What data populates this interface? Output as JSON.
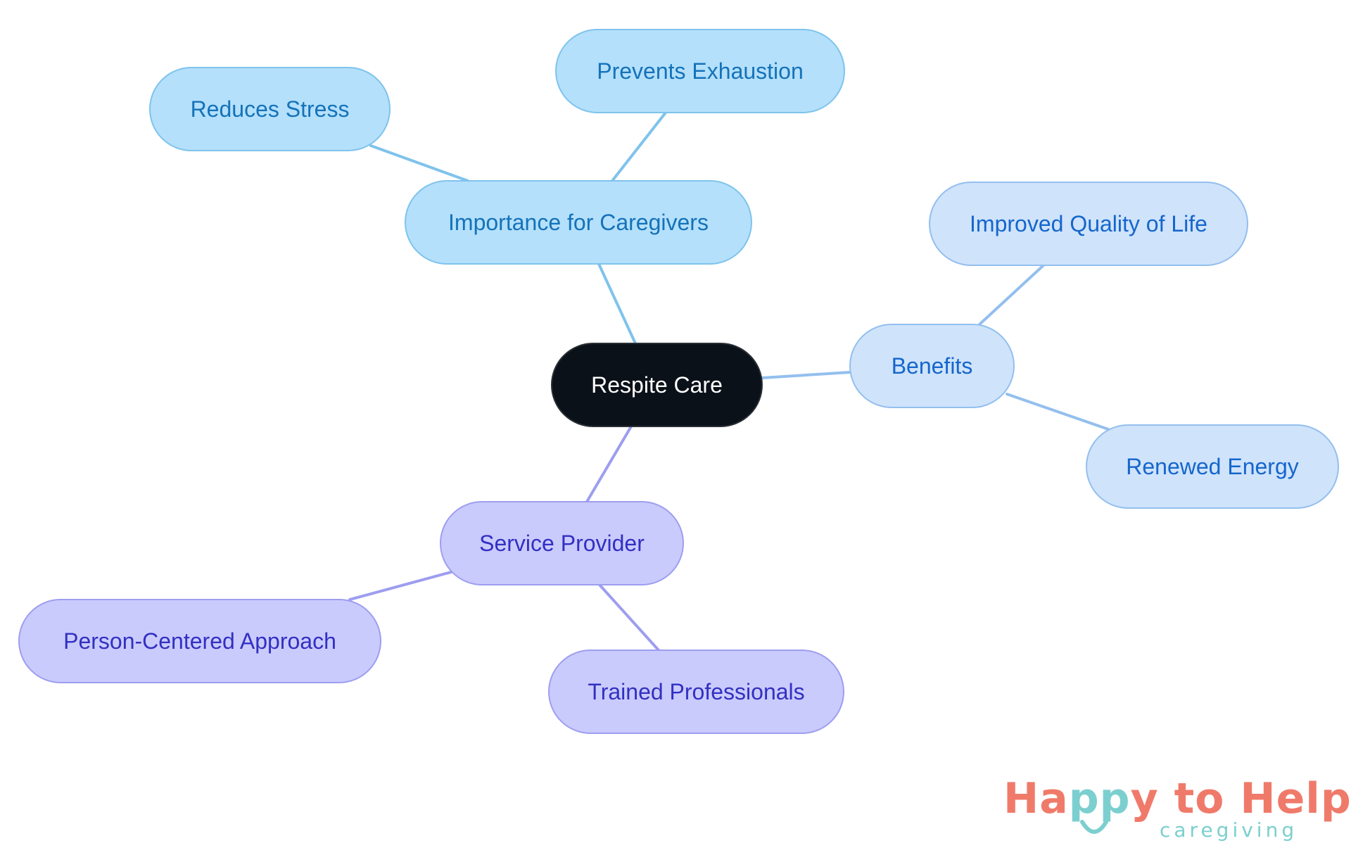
{
  "diagram": {
    "type": "mind-map",
    "root": {
      "id": "root",
      "label": "Respite Care"
    },
    "branches": [
      {
        "id": "importance",
        "label": "Importance for Caregivers",
        "children": [
          {
            "id": "reduces-stress",
            "label": "Reduces Stress"
          },
          {
            "id": "prevents-exhaustion",
            "label": "Prevents Exhaustion"
          }
        ]
      },
      {
        "id": "benefits",
        "label": "Benefits",
        "children": [
          {
            "id": "improved-quality",
            "label": "Improved Quality of Life"
          },
          {
            "id": "renewed-energy",
            "label": "Renewed Energy"
          }
        ]
      },
      {
        "id": "service-provider",
        "label": "Service Provider",
        "children": [
          {
            "id": "person-centered",
            "label": "Person-Centered Approach"
          },
          {
            "id": "trained-professionals",
            "label": "Trained Professionals"
          }
        ]
      }
    ]
  },
  "colors": {
    "root_fill": "#0b1118",
    "root_text": "#ffffff",
    "importance_fill": "#b4e0fc",
    "importance_stroke": "#7fc3ec",
    "importance_text": "#1572b8",
    "importance_edge": "#7fc3ec",
    "benefits_fill": "#cfe3fb",
    "benefits_stroke": "#93bfee",
    "benefits_text": "#1566cc",
    "benefits_edge": "#93bfee",
    "provider_fill": "#cacbfd",
    "provider_stroke": "#9d9ef0",
    "provider_text": "#3230c2",
    "provider_edge": "#9d9ef0",
    "logo_coral": "#f07a6a",
    "logo_teal": "#7ccfcf"
  },
  "logo": {
    "text_part1": "Ha",
    "text_part2": "pp",
    "text_part3": "y to Help",
    "subtitle": "caregiving",
    "smile_icon": "smile-icon"
  }
}
